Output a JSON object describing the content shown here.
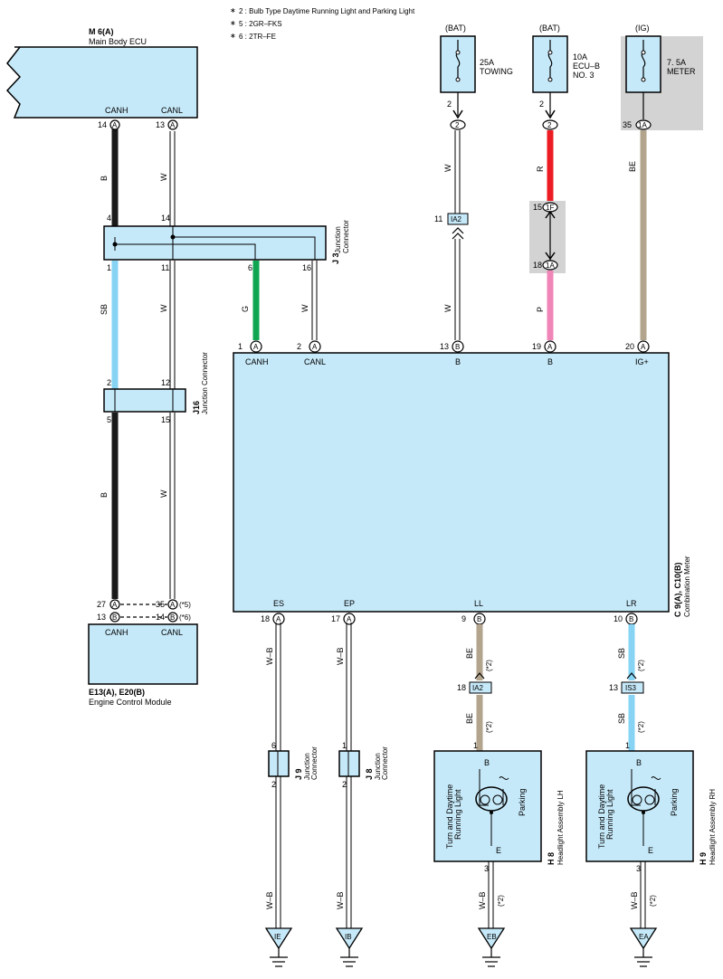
{
  "notes": [
    "2 : Bulb Type Daytime Running Light and Parking Light",
    "5 : 2GR–FKS",
    "6 : 2TR–FE"
  ],
  "ecu": {
    "code": "M 6(A)",
    "name": "Main Body ECU",
    "pins": [
      {
        "pin": "14",
        "conn": "A",
        "label": "CANH"
      },
      {
        "pin": "13",
        "conn": "A",
        "label": "CANL"
      }
    ]
  },
  "wires_ecu": {
    "canh_color": "B",
    "canl_color": "W"
  },
  "j3": {
    "code": "J 3",
    "name1": "Junction",
    "name2": "Connector",
    "top_pins": [
      "4",
      "14"
    ],
    "bottom_pins": [
      "1",
      "11",
      "6",
      "16"
    ]
  },
  "wires_j3": {
    "sb": "SB",
    "w": "W",
    "g": "G",
    "w2": "W"
  },
  "j16": {
    "code": "J16",
    "name": "Junction Connector",
    "top_pins": [
      "2",
      "12"
    ],
    "bottom_pins": [
      "5",
      "15"
    ]
  },
  "wires_j16": {
    "b": "B",
    "w": "W"
  },
  "ecm": {
    "code": "E13(A), E20(B)",
    "name": "Engine Control Module",
    "labels": [
      "CANH",
      "CANL"
    ],
    "row1": {
      "left_pin": "27",
      "left_conn": "A",
      "right_pin": "35",
      "right_conn": "A",
      "note": "(*5)"
    },
    "row2": {
      "left_pin": "13",
      "left_conn": "B",
      "right_pin": "14",
      "right_conn": "B",
      "note": "(*6)"
    }
  },
  "fuses": [
    {
      "source": "(BAT)",
      "line1": "25A",
      "line2": "TOWING",
      "line3": "",
      "pin": "2",
      "conn": "2"
    },
    {
      "source": "(BAT)",
      "line1": "10A",
      "line2": "ECU–B",
      "line3": "NO. 3",
      "pin": "2",
      "conn": "2"
    },
    {
      "source": "(IG)",
      "line1": "7. 5A",
      "line2": "METER",
      "line3": "",
      "pin": "35",
      "conn": "1A"
    }
  ],
  "fuse_wires": {
    "towing_color": "W",
    "ecub_color_top": "R",
    "ecub_color_bottom": "P",
    "meter_color": "BE",
    "towing_color_bottom": "W"
  },
  "ia2_top": {
    "pin": "11",
    "label": "IA2"
  },
  "splice": {
    "top_pin": "15",
    "top_conn": "1F",
    "bottom_pin": "18",
    "bottom_conn": "1A"
  },
  "meter": {
    "code": "C 9(A), C10(B)",
    "name": "Combination Meter",
    "top_pins": [
      {
        "pin": "1",
        "conn": "A",
        "label": "CANH"
      },
      {
        "pin": "2",
        "conn": "A",
        "label": "CANL"
      },
      {
        "pin": "13",
        "conn": "B",
        "label": "B"
      },
      {
        "pin": "19",
        "conn": "A",
        "label": "B"
      },
      {
        "pin": "20",
        "conn": "A",
        "label": "IG+"
      }
    ],
    "bottom_pins": [
      {
        "pin": "18",
        "conn": "A",
        "label": "ES"
      },
      {
        "pin": "17",
        "conn": "A",
        "label": "EP"
      },
      {
        "pin": "9",
        "conn": "B",
        "label": "LL"
      },
      {
        "pin": "10",
        "conn": "B",
        "label": "LR"
      }
    ]
  },
  "lower_wires": {
    "wb": "W–B",
    "be": "BE",
    "sb": "SB",
    "star2": "(*2)"
  },
  "ia2_bottom": {
    "pin": "18",
    "label": "IA2"
  },
  "is3": {
    "pin": "13",
    "label": "IS3"
  },
  "j9": {
    "code": "J 9",
    "name1": "Junction",
    "name2": "Connector",
    "top_pin": "6",
    "bottom_pin": "2"
  },
  "j8": {
    "code": "J 8",
    "name1": "Junction",
    "name2": "Connector",
    "top_pin": "1",
    "bottom_pin": "2"
  },
  "headlights": [
    {
      "code": "H 8",
      "name": "Headlight Assembly LH",
      "lamp1": "Turn and Daytime",
      "lamp2": "Running Light",
      "lamp3": "Parking",
      "top_pin": "1",
      "top_label": "B",
      "bottom_label": "E",
      "bottom_pin": "3"
    },
    {
      "code": "H 9",
      "name": "Headlight Assembly RH",
      "lamp1": "Turn and Daytime",
      "lamp2": "Running Light",
      "lamp3": "Parking",
      "top_pin": "1",
      "top_label": "B",
      "bottom_label": "E",
      "bottom_pin": "3"
    }
  ],
  "grounds": [
    "IE",
    "IB",
    "EB",
    "EA"
  ],
  "colors": {
    "box_fill": "#c6e9f9",
    "fuse_gray": "#d3d3d3",
    "wire_black": "#1a1a1a",
    "wire_sb": "#86d3f4",
    "wire_green": "#10a651",
    "wire_red": "#ec1c24",
    "wire_pink": "#f085b8",
    "wire_beige": "#b3a48e"
  }
}
